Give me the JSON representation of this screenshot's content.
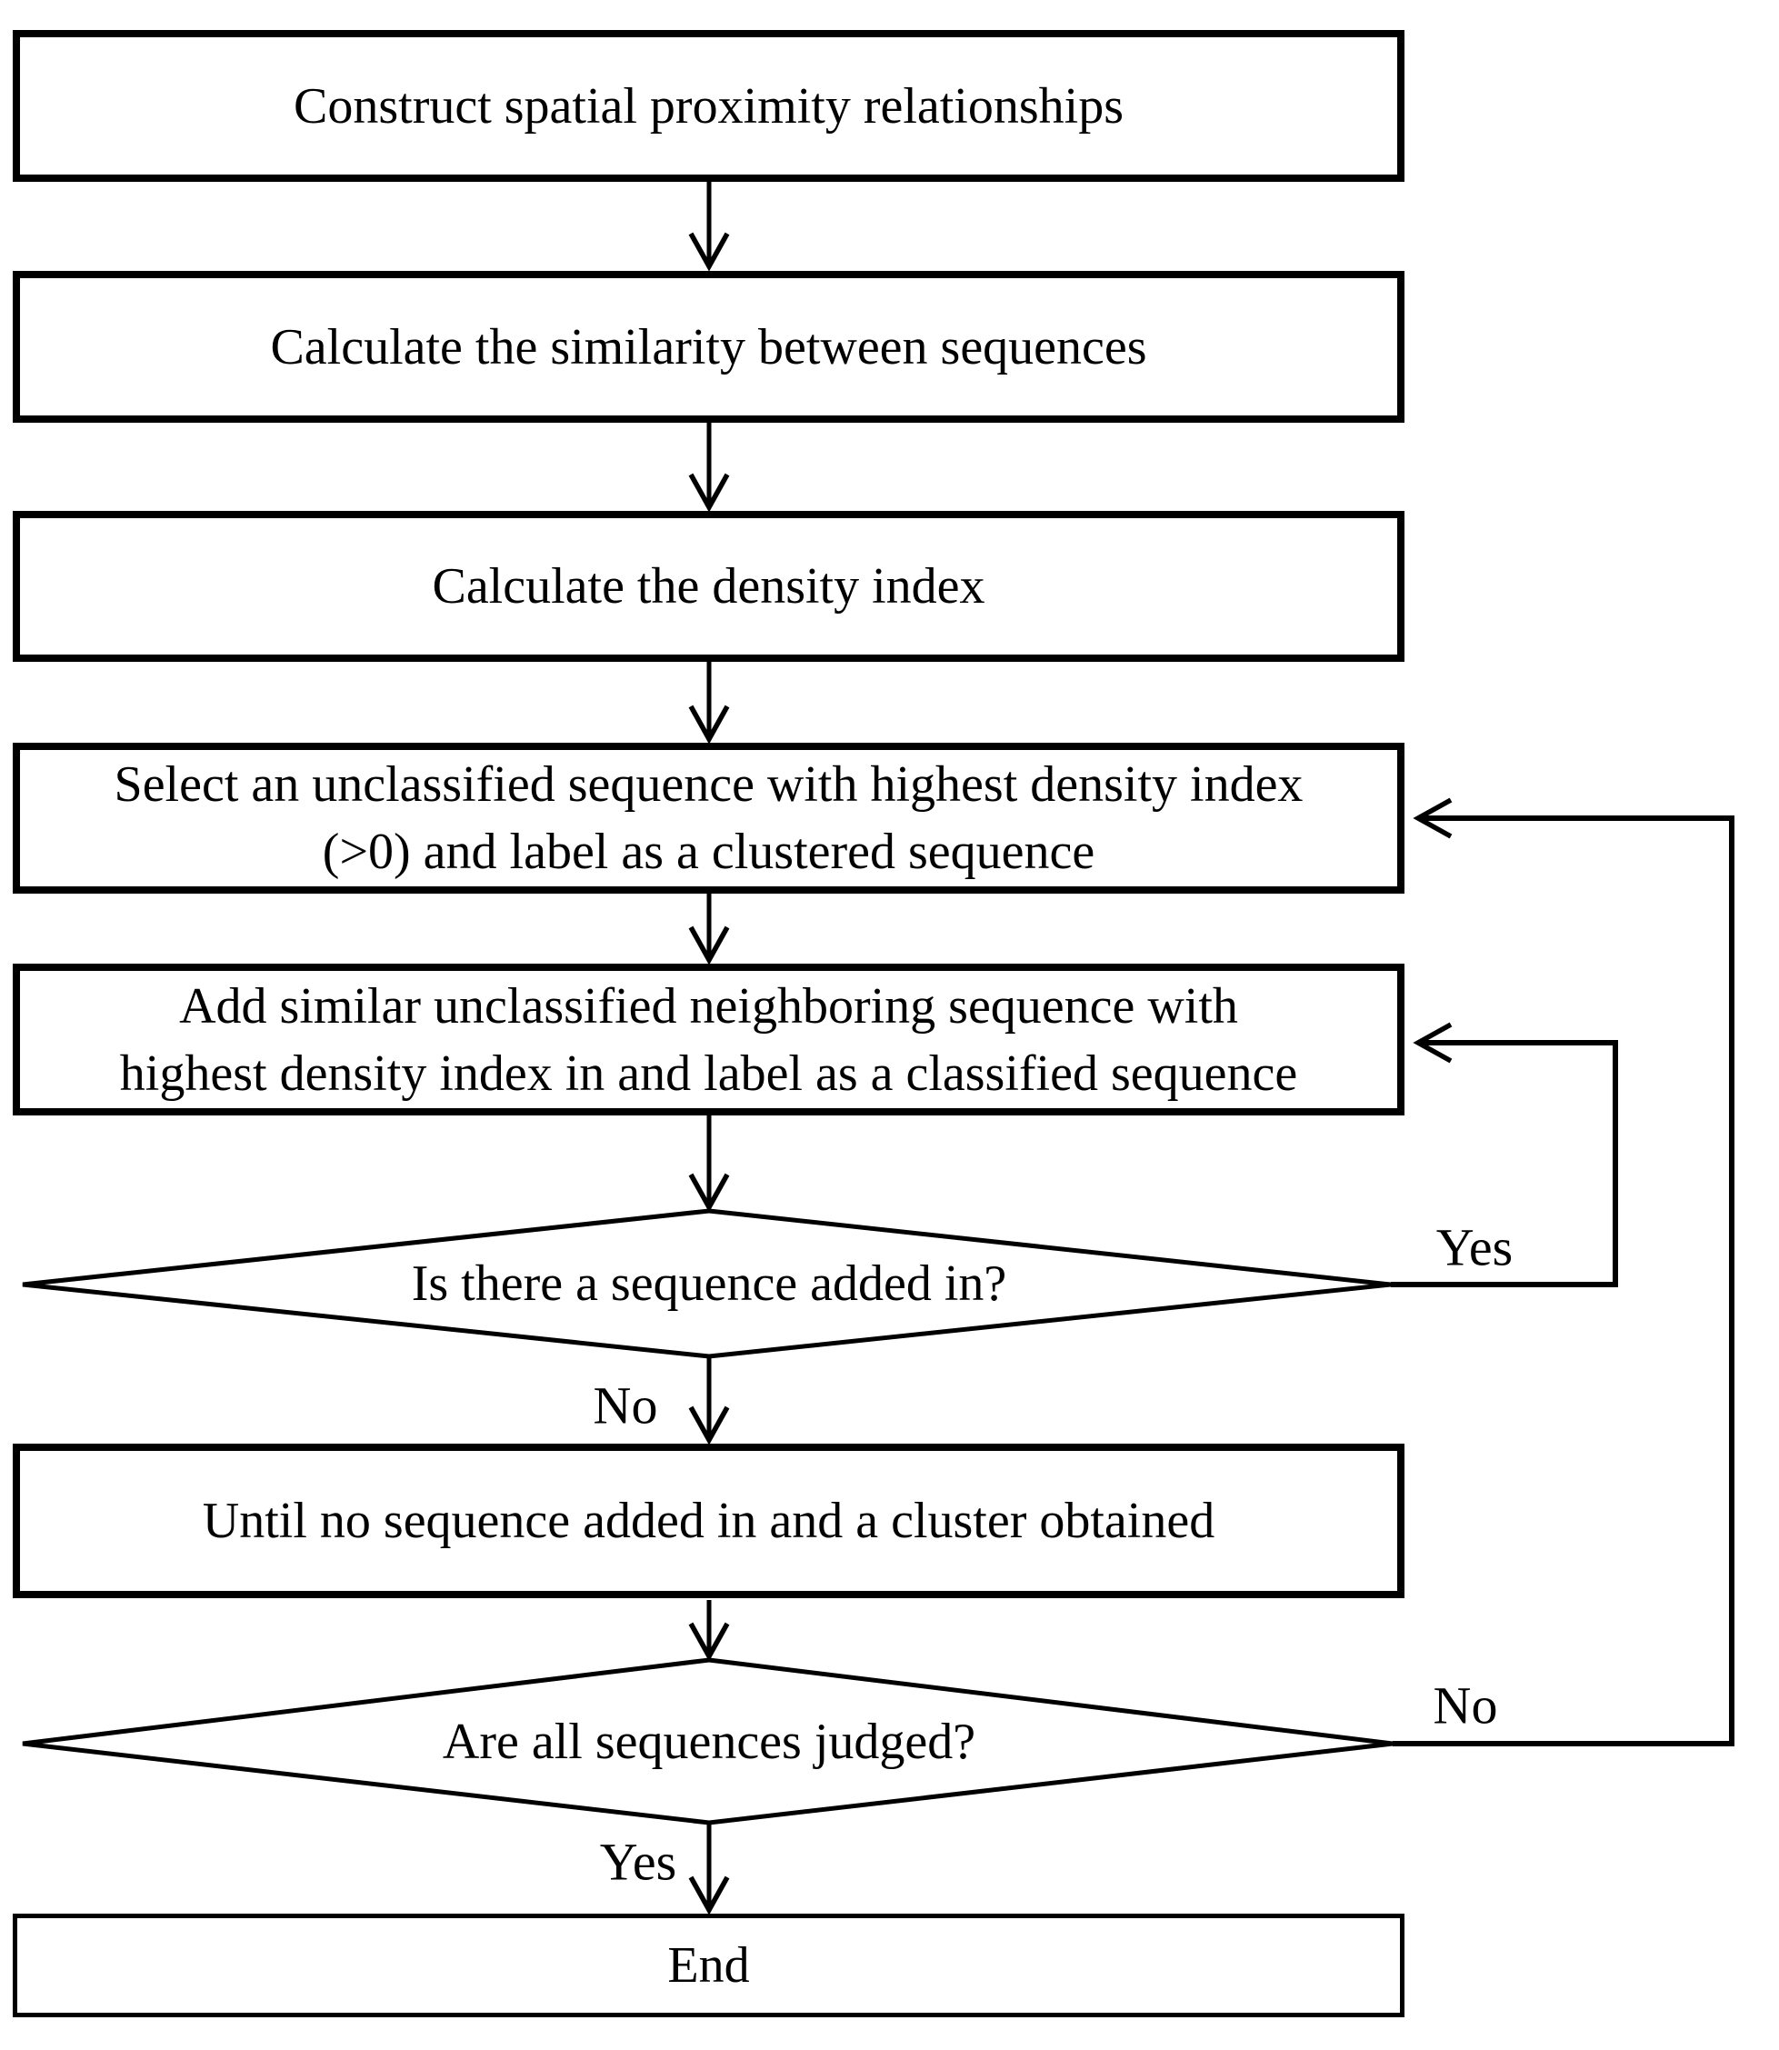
{
  "flowchart": {
    "boxes": {
      "construct": {
        "label": "Construct spatial proximity relationships"
      },
      "similarity": {
        "label": "Calculate the similarity between sequences"
      },
      "density": {
        "label": "Calculate the density index"
      },
      "select": {
        "line1": "Select an unclassified sequence with highest density index",
        "line2": "(>0) and label as a clustered sequence"
      },
      "add": {
        "line1": "Add similar unclassified neighboring sequence with",
        "line2": "highest density index in and label as a classified sequence"
      },
      "until": {
        "label": "Until no sequence added in and a cluster obtained"
      },
      "end": {
        "label": "End"
      }
    },
    "decisions": {
      "sequence_added": {
        "label": "Is there a sequence added in?",
        "yes": "Yes",
        "no": "No"
      },
      "all_judged": {
        "label": "Are all sequences judged?",
        "yes": "Yes",
        "no": "No"
      }
    },
    "colors": {
      "line": "#000000",
      "background": "#ffffff"
    }
  }
}
